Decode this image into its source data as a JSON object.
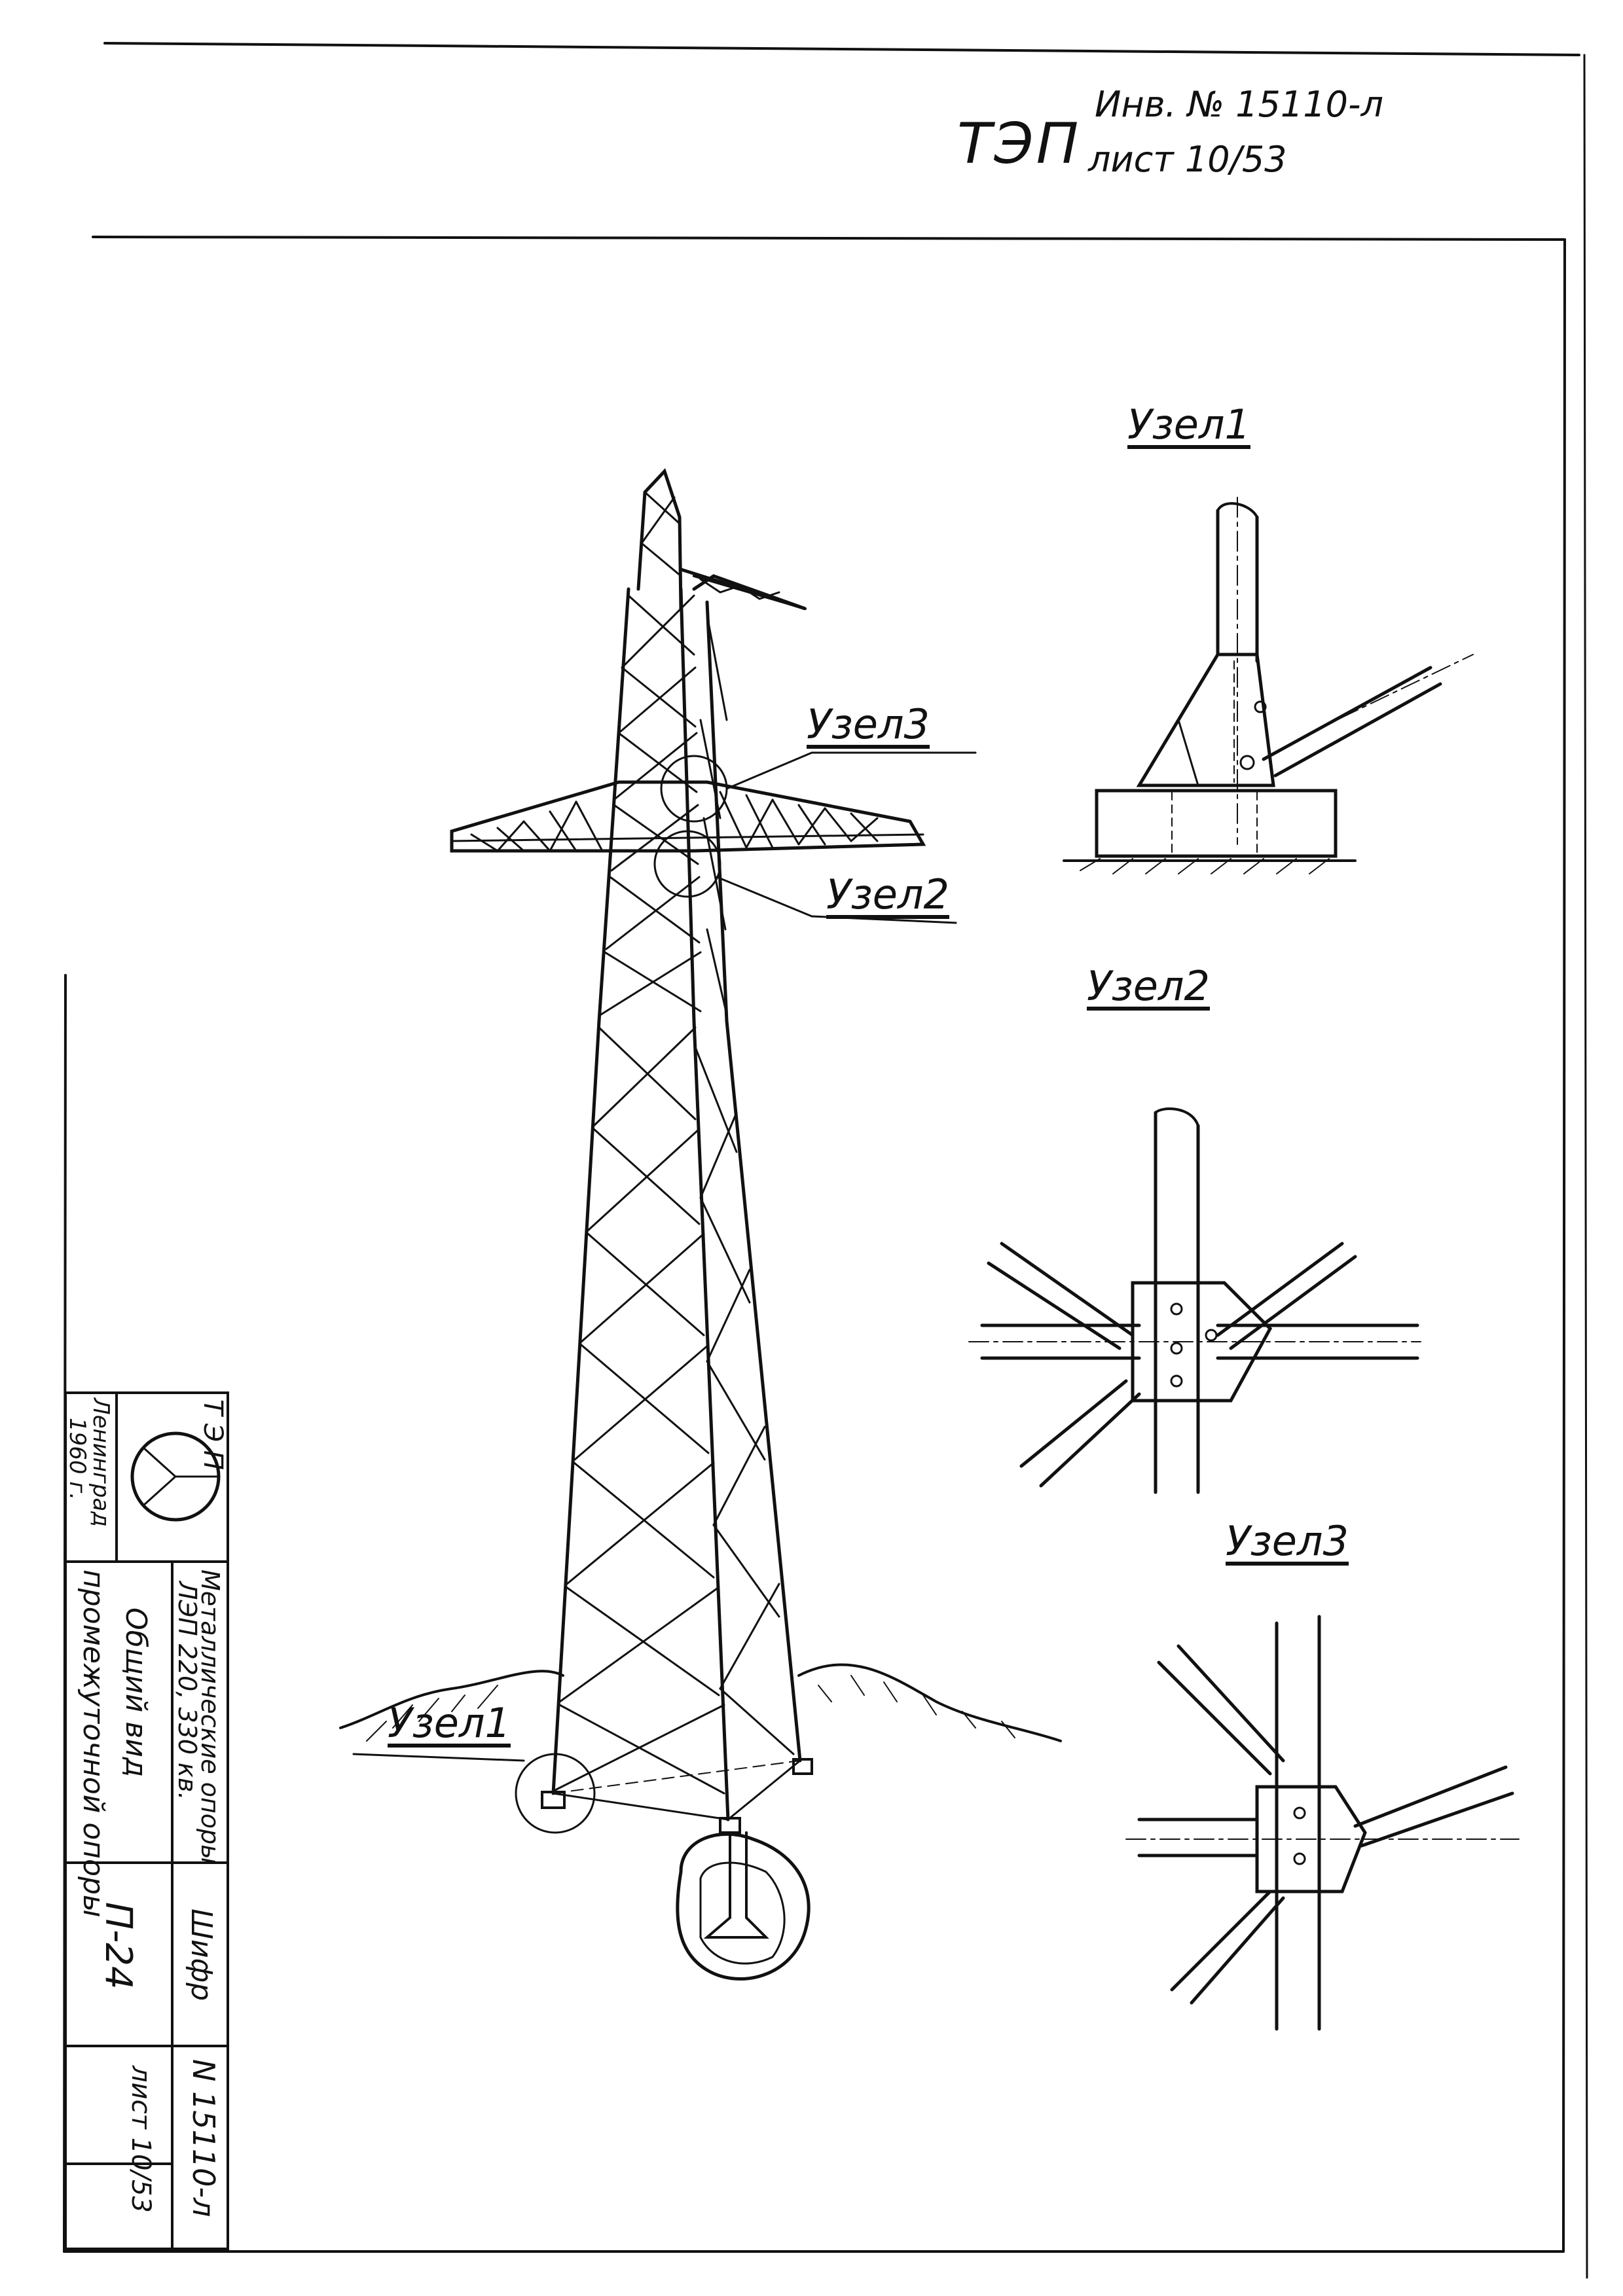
{
  "header": {
    "org": "ТЭП",
    "inventory": "Инв. № 15110-л",
    "sheet": "лист 10/53"
  },
  "drawing": {
    "callouts": {
      "node3": "Узел3",
      "node2": "Узел2",
      "node1": "Узел1"
    }
  },
  "details": [
    {
      "title": "Узел1"
    },
    {
      "title": "Узел2"
    },
    {
      "title": "Узел3"
    }
  ],
  "title_block": {
    "org_city": "Ленинград",
    "year": "1960 г.",
    "logo_letters": [
      "Т",
      "Э",
      "П"
    ],
    "project_line1": "Металлические опоры",
    "project_line2": "ЛЭП 220, 330 кв.",
    "drawing_title_line1": "Общий вид",
    "drawing_title_line2": "промежуточной опоры",
    "code_label": "Шифр",
    "code_value": "П-24",
    "inventory": "N 15110-л",
    "sheet": "лист 10/53"
  }
}
